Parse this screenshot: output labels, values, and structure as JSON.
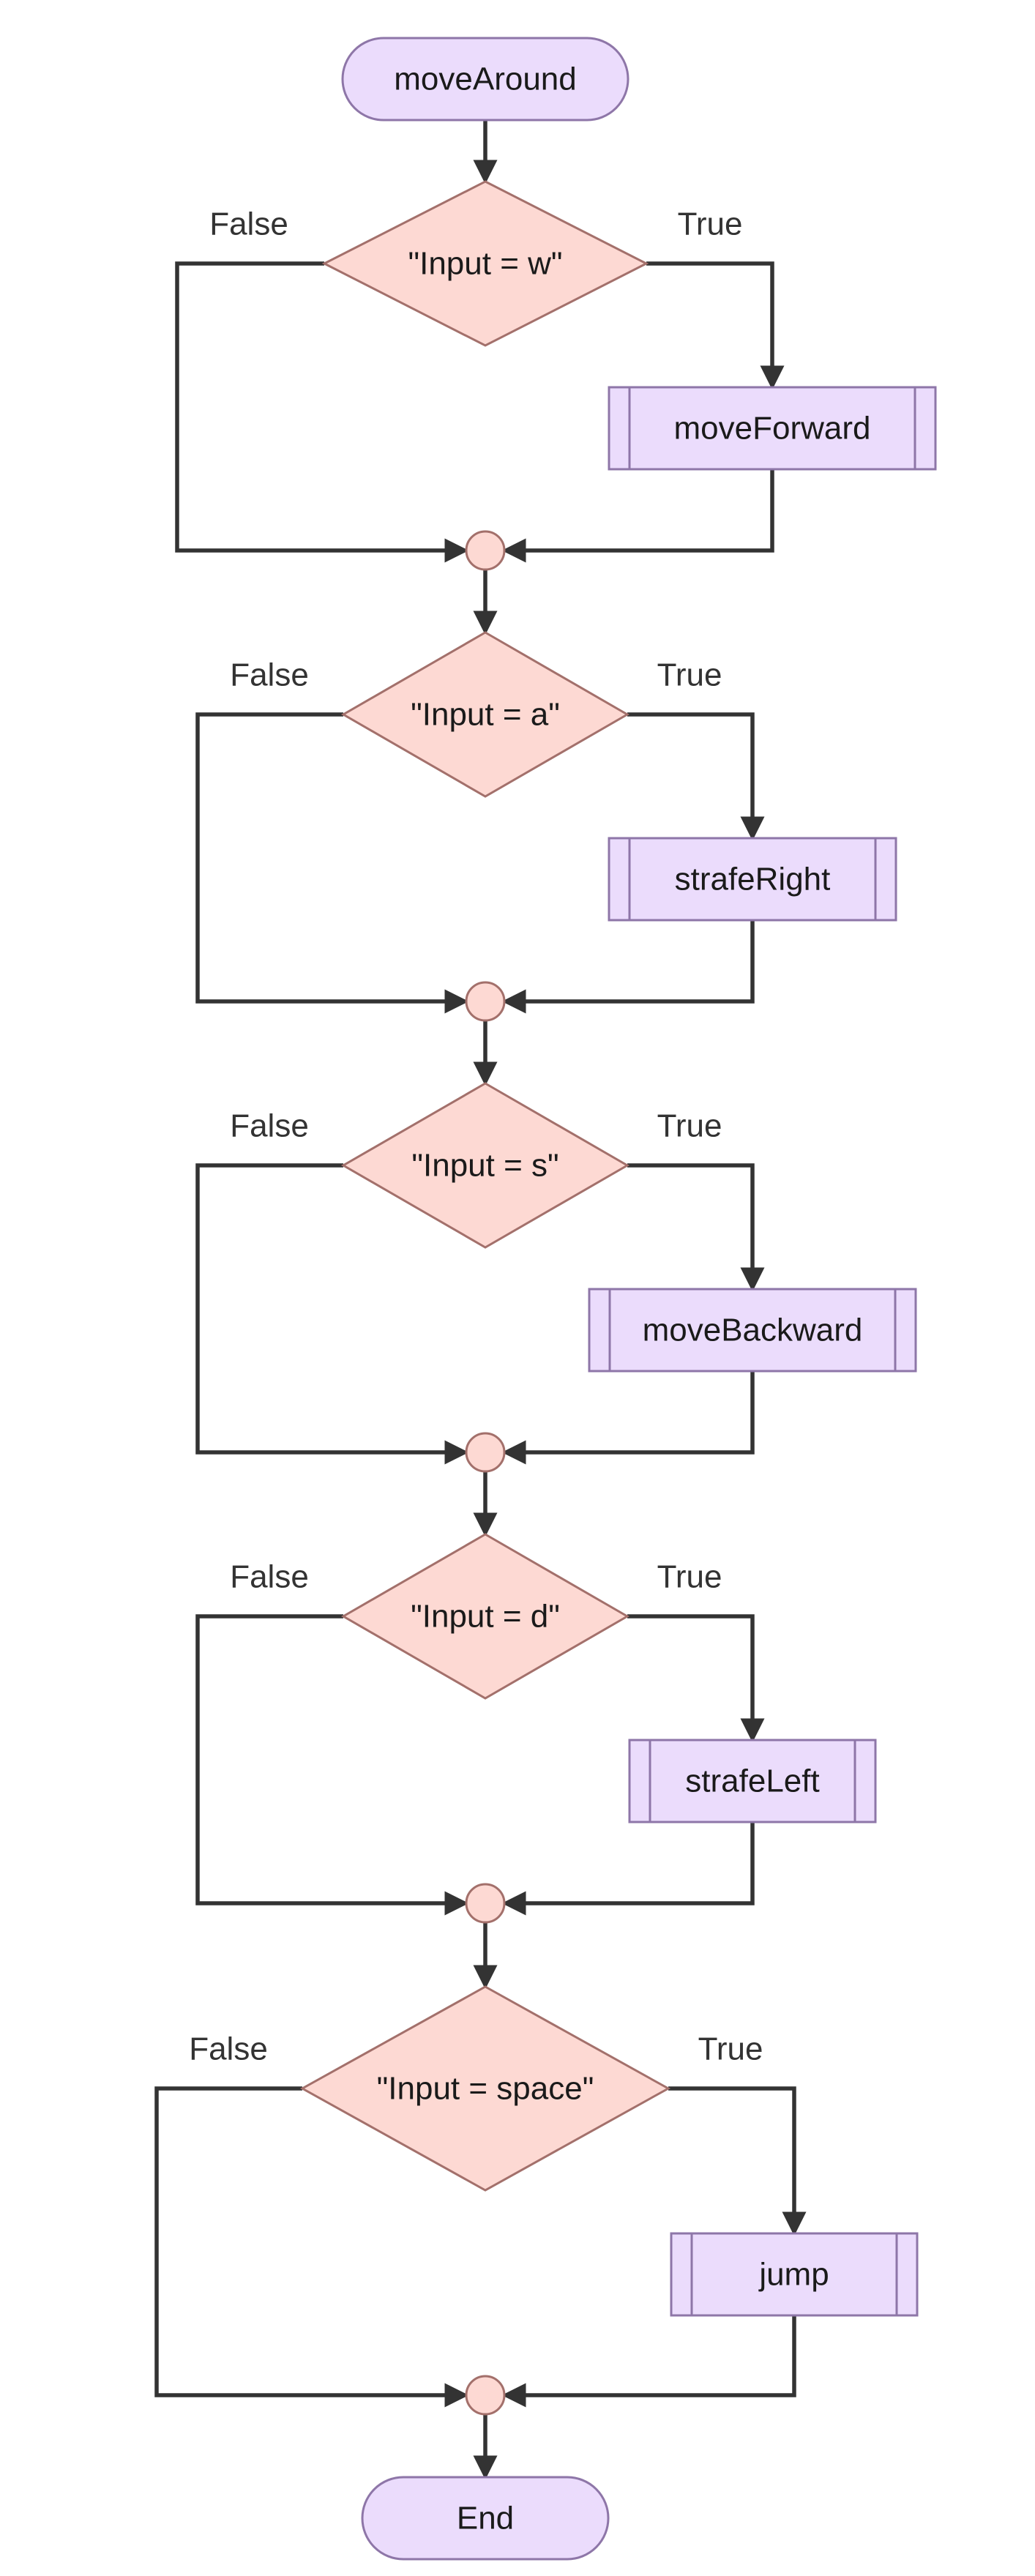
{
  "diagram": {
    "start": "moveAround",
    "end": "End",
    "branch_labels": {
      "no": "False",
      "yes": "True"
    },
    "decisions": [
      {
        "condition": "\"Input = w\"",
        "action": "moveForward"
      },
      {
        "condition": "\"Input = a\"",
        "action": "strafeRight"
      },
      {
        "condition": "\"Input = s\"",
        "action": "moveBackward"
      },
      {
        "condition": "\"Input = d\"",
        "action": "strafeLeft"
      },
      {
        "condition": "\"Input = space\"",
        "action": "jump"
      }
    ]
  },
  "colors": {
    "terminal_fill": "#ebdcfc",
    "process_fill": "#ebdcfc",
    "decision_fill": "#fdd9d3",
    "junction_fill": "#fdd9d3",
    "edge": "#333333"
  }
}
